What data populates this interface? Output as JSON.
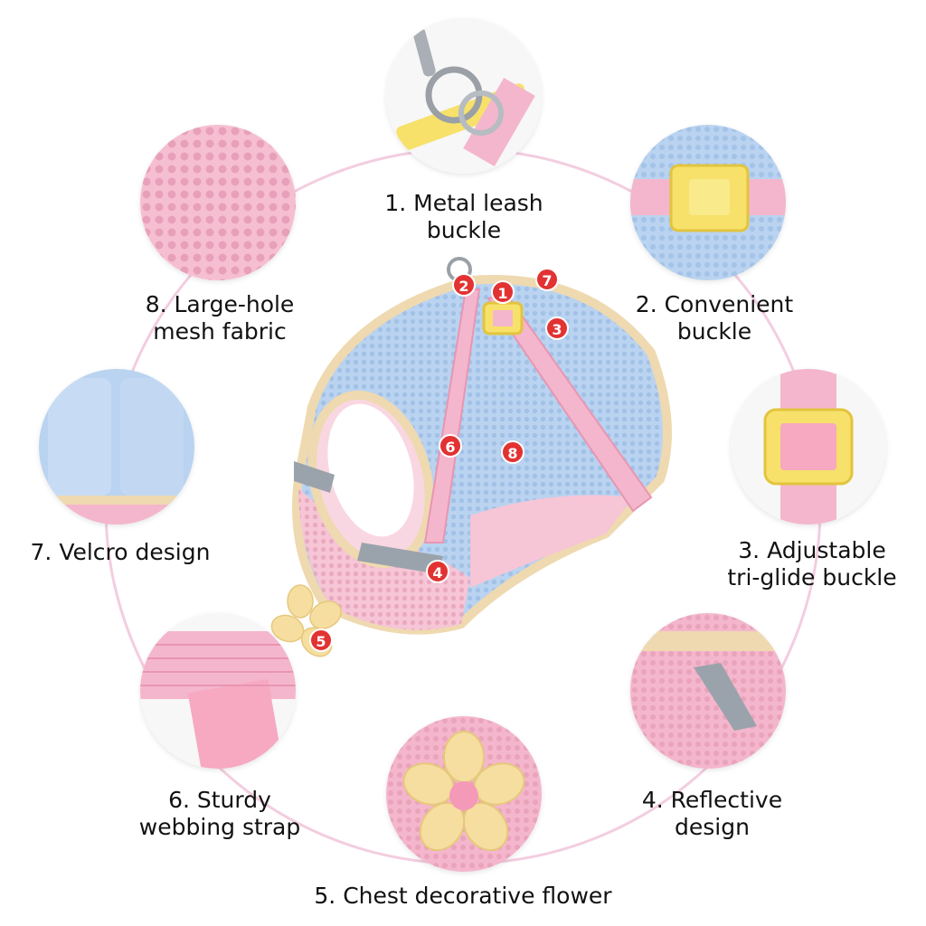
{
  "colors": {
    "ring": "#f3cde0",
    "marker": "#e23232",
    "pink": "#f4b6cc",
    "blue": "#b9d3f0",
    "cream": "#efd9b0",
    "yellow": "#f7e16a"
  },
  "features": {
    "f1": {
      "line1": "1. Metal leash",
      "line2": "buckle"
    },
    "f2": {
      "line1": "2. Convenient",
      "line2": "buckle"
    },
    "f3": {
      "line1": "3. Adjustable",
      "line2": "tri-glide buckle"
    },
    "f4": {
      "line1": "4. Reflective",
      "line2": "design"
    },
    "f5": {
      "line1": "5. Chest decorative flower"
    },
    "f6": {
      "line1": "6. Sturdy",
      "line2": "webbing strap"
    },
    "f7": {
      "line1": "7. Velcro design"
    },
    "f8": {
      "line1": "8. Large-hole",
      "line2": "mesh fabric"
    }
  },
  "markers": {
    "m1": "1",
    "m2": "2",
    "m3": "3",
    "m4": "4",
    "m5": "5",
    "m6": "6",
    "m7": "7",
    "m8": "8"
  }
}
